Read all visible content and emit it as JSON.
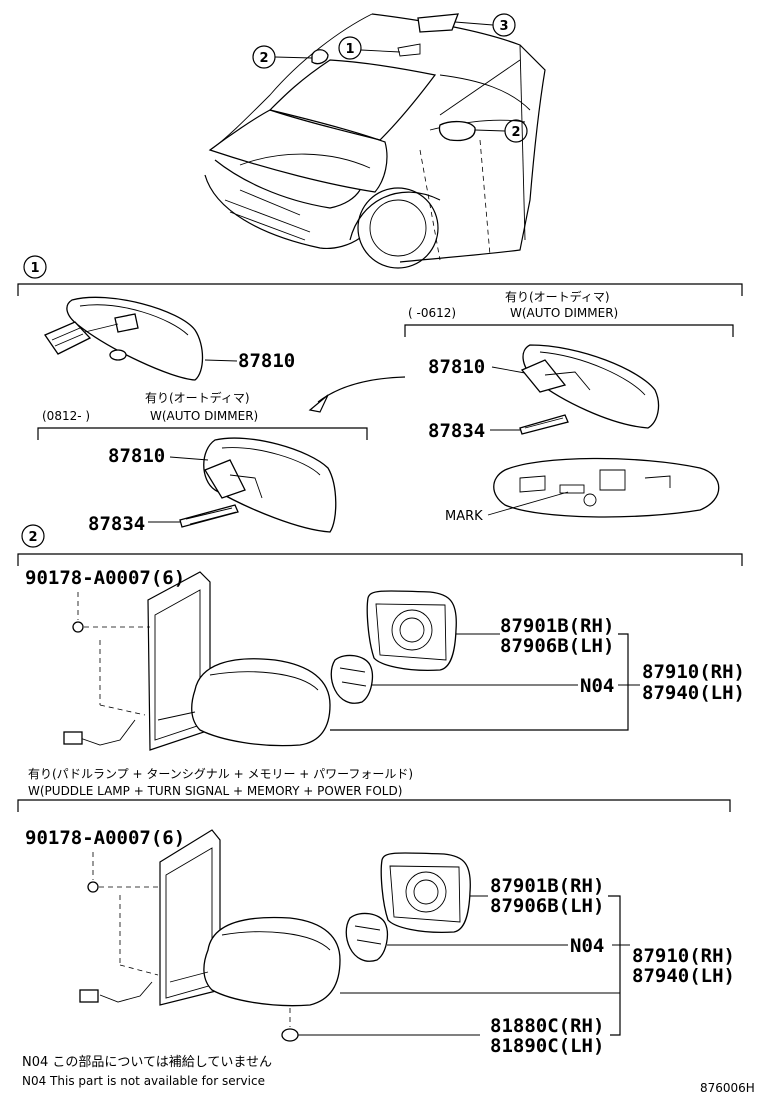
{
  "callouts": {
    "mirror_inner": "1",
    "mirror_outer": "2",
    "item3": "3"
  },
  "inner_mirror": {
    "pn_base": "87810",
    "auto_dimmer_old_jp": "有り(オートディマ)",
    "auto_dimmer_old_range": "(      -0612)",
    "auto_dimmer_old_en": "W(AUTO DIMMER)",
    "pn_old": "87810",
    "pn_old_bracket": "87834",
    "auto_dimmer_new_jp": "有り(オートディマ)",
    "auto_dimmer_new_range": "(0812-      )",
    "auto_dimmer_new_en": "W(AUTO DIMMER)",
    "pn_new": "87810",
    "pn_new_bracket": "87834",
    "mark_label": "MARK"
  },
  "outer_mirror_a": {
    "screw": "90178-A0007(6)",
    "glass_rh": "87901B(RH)",
    "glass_lh": "87906B(LH)",
    "motor": "N04",
    "assy_rh": "87910(RH)",
    "assy_lh": "87940(LH)"
  },
  "outer_mirror_b": {
    "option_jp": "有り(パドルランプ + ターンシグナル + メモリー + パワーフォールド)",
    "option_en": "W(PUDDLE LAMP + TURN SIGNAL + MEMORY + POWER  FOLD)",
    "screw": "90178-A0007(6)",
    "glass_rh": "87901B(RH)",
    "glass_lh": "87906B(LH)",
    "motor": "N04",
    "assy_rh": "87910(RH)",
    "assy_lh": "87940(LH)",
    "lamp_rh": "81880C(RH)",
    "lamp_lh": "81890C(LH)"
  },
  "notes": {
    "jp": "N04 この部品については補給していません",
    "en": "N04 This part is not available for service"
  },
  "figure_id": "876006H"
}
